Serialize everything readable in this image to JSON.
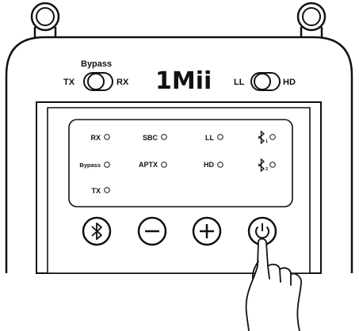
{
  "device": {
    "brand": "1Mii",
    "switch_left": {
      "title": "Bypass",
      "left": "TX",
      "right": "RX"
    },
    "switch_right": {
      "left": "LL",
      "right": "HD"
    }
  },
  "indicators": {
    "col1": [
      "RX",
      "Bypass",
      "TX"
    ],
    "col2": [
      "SBC",
      "APTX"
    ],
    "col3": [
      "LL",
      "HD"
    ],
    "col4_sub": [
      "1",
      "2"
    ]
  },
  "buttons": [
    {
      "name": "bluetooth-button",
      "icon": "bluetooth-icon"
    },
    {
      "name": "minus-button",
      "icon": "minus-icon"
    },
    {
      "name": "plus-button",
      "icon": "plus-icon"
    },
    {
      "name": "power-button",
      "icon": "power-icon"
    }
  ]
}
